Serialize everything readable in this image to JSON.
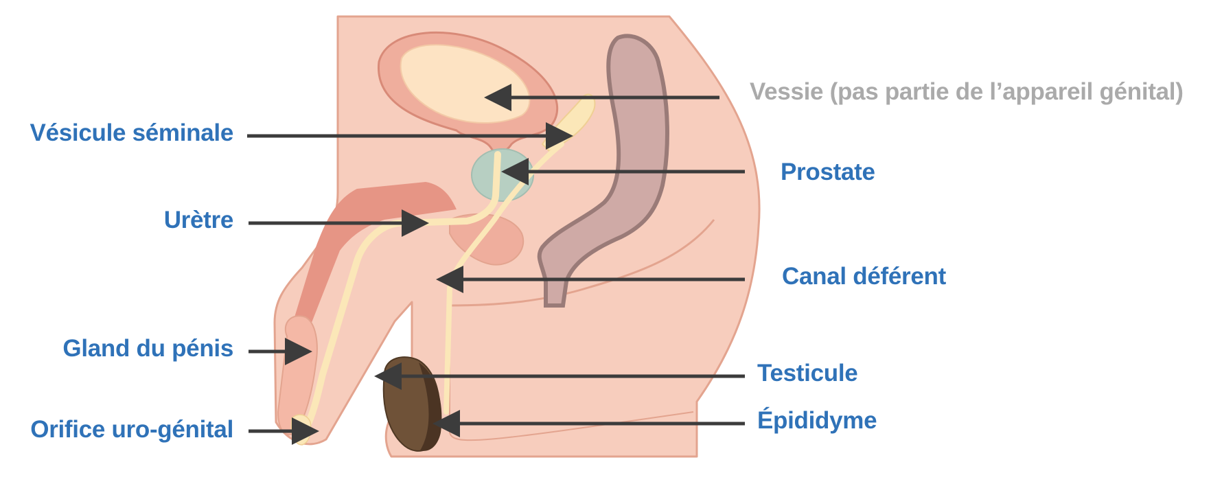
{
  "title": "",
  "colors": {
    "label_blue": "#2f72b8",
    "label_gray": "#aaaaaa",
    "arrow": "#3c3c3c",
    "skin": "#f7cdbd",
    "skin_outline": "#e3a48f",
    "erectile": "#e69585",
    "urethra": "#fbe7b8",
    "prostate": "#b7cfc2",
    "rectum": "#a58686",
    "testis": "#6f5238"
  },
  "labels": {
    "vessie": "Vessie (pas partie de l’appareil génital)",
    "vesicule": "Vésicule séminale",
    "prostate": "Prostate",
    "uretre": "Urètre",
    "canal": "Canal déférent",
    "gland": "Gland du pénis",
    "testicule": "Testicule",
    "orifice": "Orifice uro-génital",
    "epididyme": "Épididyme"
  }
}
